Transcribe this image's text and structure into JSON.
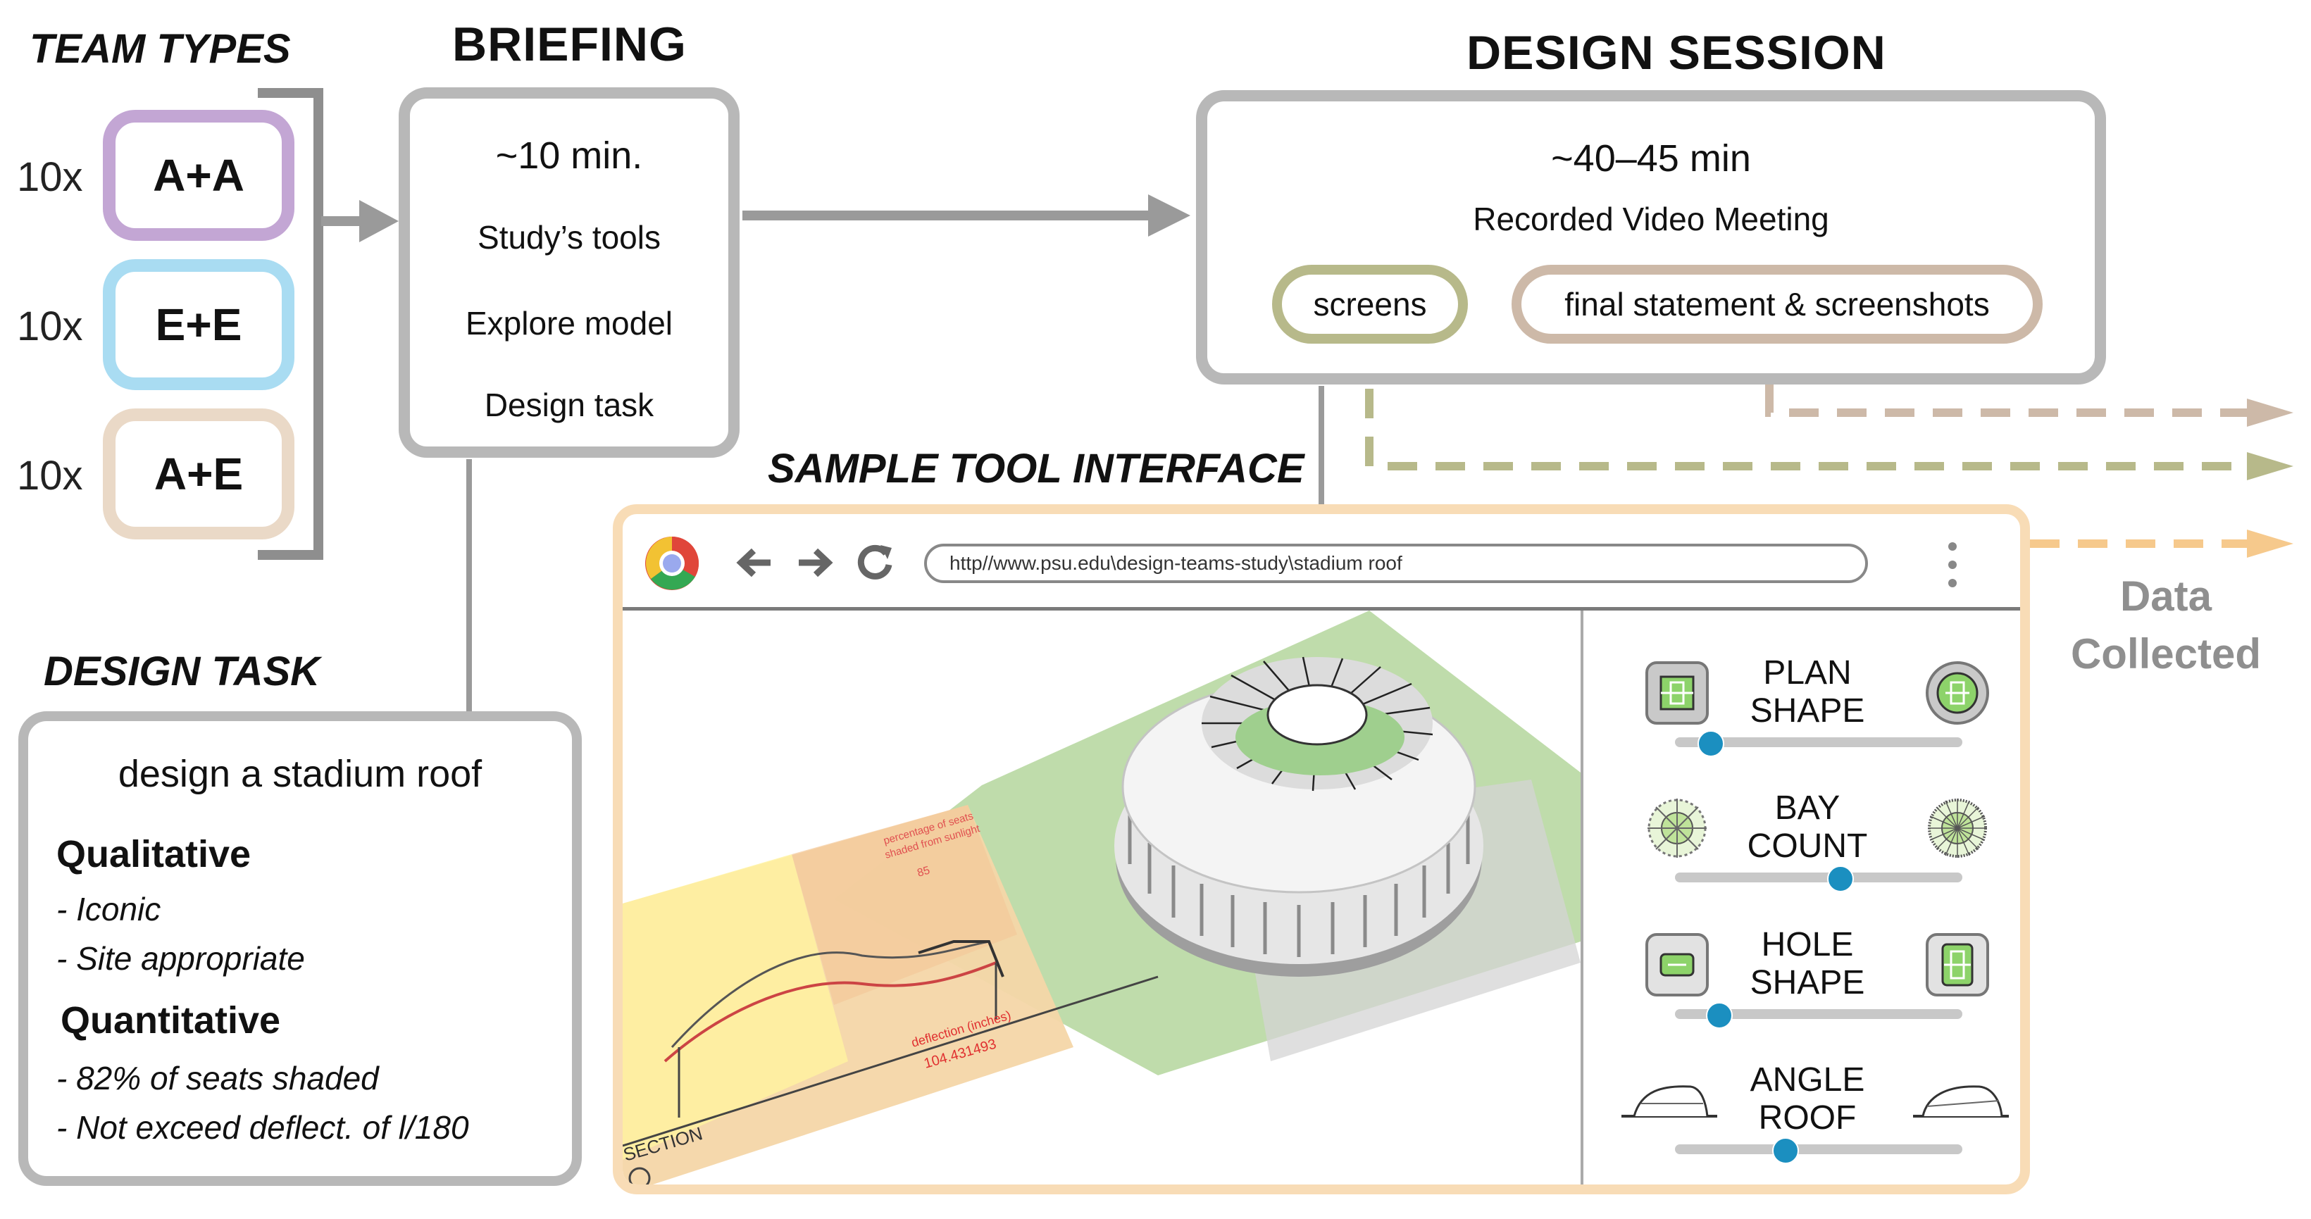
{
  "headings": {
    "team_types": "TEAM TYPES",
    "briefing": "BRIEFING",
    "design_session": "DESIGN SESSION",
    "sample_tool": "SAMPLE TOOL INTERFACE",
    "design_task": "DESIGN TASK",
    "data_collected_line1": "Data",
    "data_collected_line2": "Collected"
  },
  "teams": [
    {
      "mult": "10x",
      "label": "A+A",
      "color": "#c3a6d4"
    },
    {
      "mult": "10x",
      "label": "E+E",
      "color": "#a9dcf2"
    },
    {
      "mult": "10x",
      "label": "A+E",
      "color": "#ead9c7"
    }
  ],
  "briefing": {
    "duration": "~10 min.",
    "items": [
      "Study’s tools",
      "Explore model",
      "Design task"
    ]
  },
  "session": {
    "duration": "~40–45 min",
    "subtitle": "Recorded Video Meeting",
    "screens_label": "screens",
    "final_label": "final statement & screenshots"
  },
  "design_task": {
    "title": "design a stadium roof",
    "qualitative_label": "Qualitative",
    "qualitative": [
      "- Iconic",
      "- Site appropriate"
    ],
    "quantitative_label": "Quantitative",
    "quantitative": [
      "- 82% of seats shaded",
      "- Not exceed deflect. of l/180"
    ]
  },
  "browser": {
    "url": "http//www.psu.edu\\design-teams-study\\stadium roof"
  },
  "model_view": {
    "shade_label_line1": "percentage of seats",
    "shade_label_line2": "shaded from sunlight",
    "shade_value": "85",
    "deflection_label": "deflection (inches)",
    "deflection_value": "104.431493",
    "section_label": "SECTION"
  },
  "controls": [
    {
      "line1": "PLAN",
      "line2": "SHAPE",
      "value": 0.12
    },
    {
      "line1": "BAY",
      "line2": "COUNT",
      "value": 0.57
    },
    {
      "line1": "HOLE",
      "line2": "SHAPE",
      "value": 0.15
    },
    {
      "line1": "ANGLE",
      "line2": "ROOF",
      "value": 0.38
    }
  ],
  "colors": {
    "box_border": "#b8b8b8",
    "arrow_gray": "#9a9a9a",
    "screens_green": "#b7b98a",
    "final_tan": "#cdb9a8",
    "data_orange": "#f6c98c",
    "browser_border": "#f8dcb6",
    "slider_blue": "#1b8fc0",
    "site_green": "#b6d7a0"
  }
}
